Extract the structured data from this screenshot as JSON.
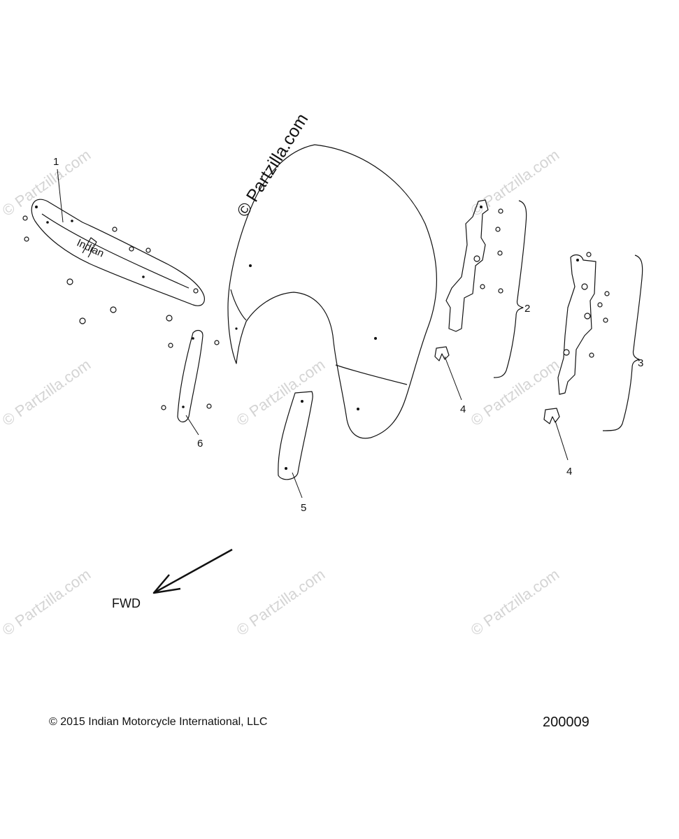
{
  "watermark": {
    "main": "© Partzilla.com",
    "tile": "© Partzilla.com"
  },
  "callouts": {
    "c1": "1",
    "c2": "2",
    "c3": "3",
    "c4a": "4",
    "c4b": "4",
    "c5": "5",
    "c6": "6"
  },
  "direction": {
    "label": "FWD"
  },
  "footer": {
    "copyright": "© 2015 Indian Motorcycle International, LLC",
    "diagram_id": "200009"
  },
  "colors": {
    "line": "#111111",
    "watermark": "#d4d4d4",
    "background": "#ffffff"
  }
}
